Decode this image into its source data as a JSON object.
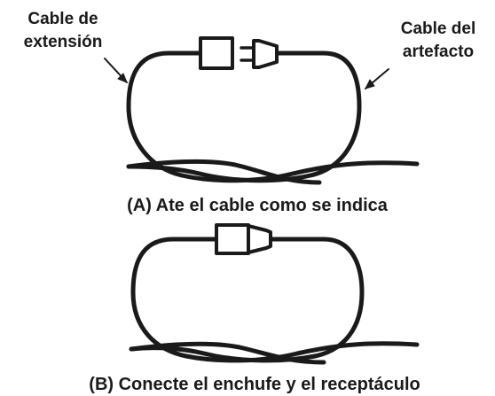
{
  "labels": {
    "extension_cord_line1": "Cable de",
    "extension_cord_line2": "extensión",
    "appliance_cord_line1": "Cable del",
    "appliance_cord_line2": "artefacto"
  },
  "captions": {
    "a": "(A) Ate el cable como se indica",
    "b": "(B) Conecte el enchufe y el receptáculo"
  },
  "colors": {
    "ink": "#1a1a1a",
    "background": "#ffffff"
  }
}
